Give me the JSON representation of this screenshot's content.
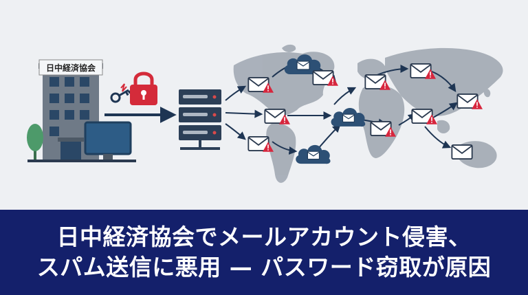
{
  "sign": {
    "org_name": "日中経済協会"
  },
  "headline": {
    "line1": "日中経済協会でメールアカウント侵害、",
    "line2": "スパム送信に悪用 — パスワード窃取が原因"
  },
  "icons": [
    "building-icon",
    "monitor-icon",
    "tree-icon",
    "key-icon",
    "padlock-icon",
    "server-icon",
    "cloud-icon",
    "envelope-icon",
    "warning-icon",
    "world-map"
  ],
  "colors": {
    "banner": "#14206b",
    "building": "#6f7a87",
    "window": "#2a4766",
    "monitor": "#2d5c86",
    "padlock": "#d42b3a",
    "server": "#2c3f57",
    "cloud": "#2d5075",
    "warning": "#d7263d",
    "map": "#9ea6b0",
    "arrow": "#1e3553",
    "tree": "#4d9a6a"
  }
}
